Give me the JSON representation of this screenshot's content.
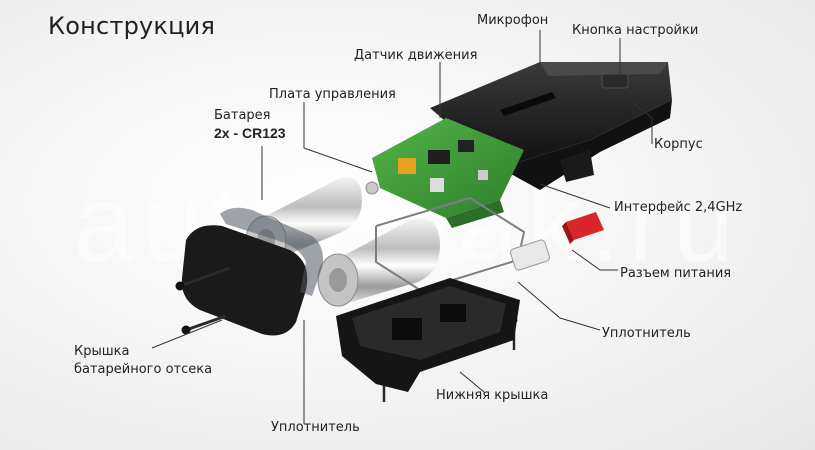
{
  "title": "Конструкция",
  "watermark": "autopeak.ru",
  "labels": {
    "microphone": "Микрофон",
    "settings_button": "Кнопка настройки",
    "motion_sensor": "Датчик движения",
    "control_board": "Плата управления",
    "battery": "Батарея",
    "battery_spec": "2x - CR123",
    "housing": "Корпус",
    "interface": "Интерфейс 2,4GHz",
    "power_connector": "Разъем питания",
    "seal_right": "Уплотнитель",
    "battery_cover_line1": "Крышка",
    "battery_cover_line2": "батарейного отсека",
    "bottom_cover": "Нижняя крышка",
    "seal_bottom": "Уплотнитель"
  },
  "colors": {
    "board_green": "#3f9a3a",
    "housing_black": "#1c1c1c",
    "connector_red": "#d8262a",
    "leader_line": "#333333"
  }
}
